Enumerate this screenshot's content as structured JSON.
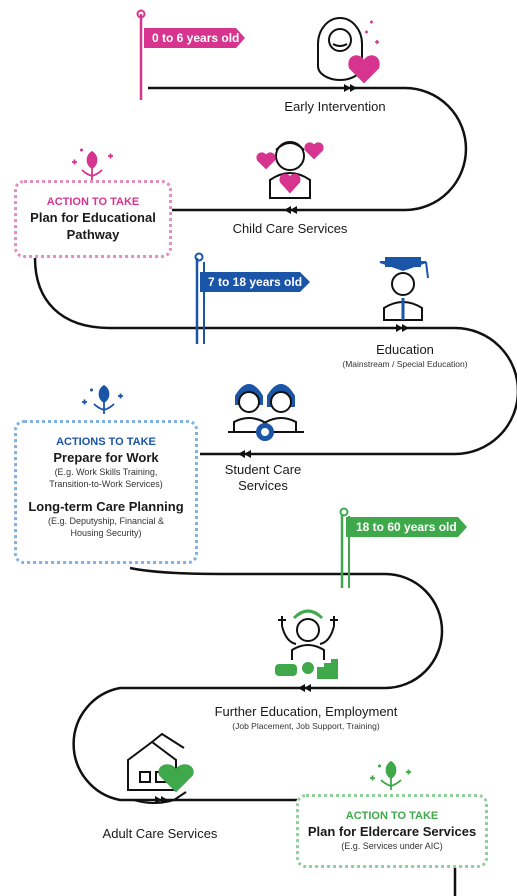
{
  "colors": {
    "pink": "#d6348e",
    "blue": "#1a55a8",
    "light_blue": "#7fb2e0",
    "green": "#3ea84a",
    "line": "#111111"
  },
  "flags": {
    "age1": "0 to 6 years old",
    "age2": "7 to 18 years old",
    "age3": "18 to 60 years old"
  },
  "stages": {
    "early_intervention": "Early Intervention",
    "child_care": "Child Care Services",
    "education": "Education",
    "education_sub": "(Mainstream / Special Education)",
    "student_care_line1": "Student Care",
    "student_care_line2": "Services",
    "further_education": "Further Education, Employment",
    "further_education_sub": "(Job Placement, Job Support, Training)",
    "adult_care": "Adult Care Services"
  },
  "boxes": {
    "box1": {
      "heading": "ACTION TO TAKE",
      "title_line1": "Plan for Educational",
      "title_line2": "Pathway"
    },
    "box2": {
      "heading": "ACTIONS TO TAKE",
      "title1": "Prepare for Work",
      "sub1_line1": "(E.g. Work Skills Training,",
      "sub1_line2": "Transition-to-Work Services)",
      "title2": "Long-term Care Planning",
      "sub2_line1": "(E.g. Deputyship, Financial &",
      "sub2_line2": "Housing Security)"
    },
    "box3": {
      "heading": "ACTION TO TAKE",
      "title": "Plan for Eldercare Services",
      "sub": "(E.g. Services under AIC)"
    }
  },
  "icons": {
    "baby": "baby-with-heart-icon",
    "child": "child-with-hearts-icon",
    "graduate": "graduate-icon",
    "students": "students-with-gear-icon",
    "worker": "worker-with-chart-icon",
    "home": "house-with-heart-icon",
    "flower": "flower-sparkle-icon"
  }
}
